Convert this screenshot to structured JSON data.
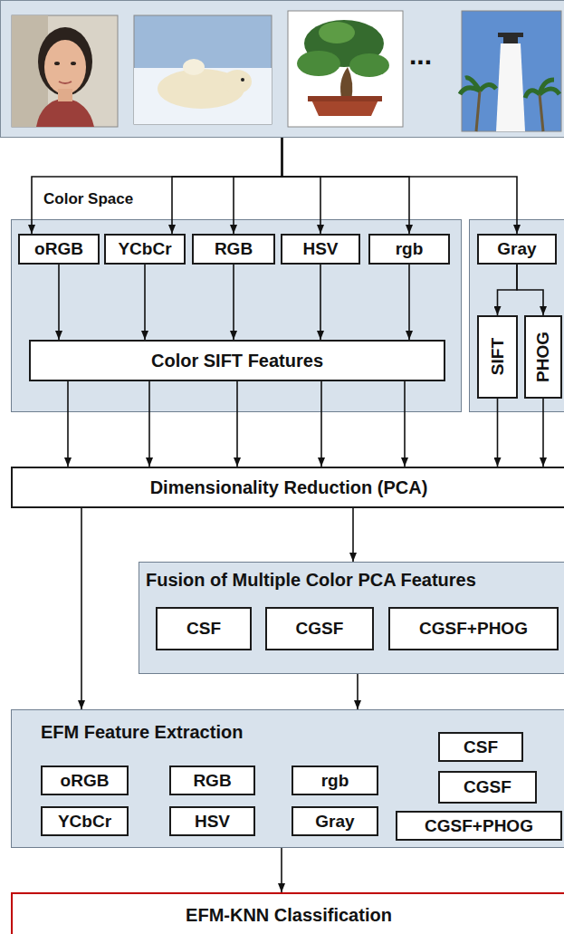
{
  "diagram": {
    "nodes": [
      {
        "text": [
          "..."
        ]
      },
      {
        "text": [
          "oRGB"
        ]
      },
      {
        "text": [
          "YCbCr"
        ]
      },
      {
        "text": [
          "RGB"
        ]
      },
      {
        "text": [
          "HSV"
        ]
      },
      {
        "text": [
          "rgb"
        ]
      },
      {
        "text": [
          "Color SIFT Features"
        ]
      },
      {
        "text": [
          "Gray"
        ]
      },
      {
        "text": [
          "SIFT"
        ]
      },
      {
        "text": [
          "PHOG"
        ]
      },
      {
        "text": [
          "Dimensionality Reduction (PCA)"
        ]
      },
      {
        "text": [
          "Fusion of Multiple Color PCA Features"
        ]
      },
      {
        "text": [
          "CSF"
        ],
        "in": 11
      },
      {
        "text": [
          "CGSF"
        ],
        "in": 11
      },
      {
        "text": [
          "CGSF+PHOG"
        ],
        "in": 11
      },
      {
        "text": [
          "EFM Feature Extraction"
        ]
      },
      {
        "text": [
          "oRGB"
        ],
        "in": 15
      },
      {
        "text": [
          "RGB"
        ],
        "in": 15
      },
      {
        "text": [
          "rgb"
        ],
        "in": 15
      },
      {
        "text": [
          "YCbCr"
        ],
        "in": 15
      },
      {
        "text": [
          "HSV"
        ],
        "in": 15
      },
      {
        "text": [
          "Gray"
        ],
        "in": 15
      },
      {
        "text": [
          "CSF"
        ],
        "in": 15
      },
      {
        "text": [
          "CGSF"
        ],
        "in": 15
      },
      {
        "text": [
          "CGSF+PHOG"
        ],
        "in": 15
      },
      {
        "text": [
          "EFM-KNN Classification"
        ]
      }
    ],
    "edges": [
      {
        "from": 0,
        "to": 1,
        "arrow": "to"
      },
      {
        "from": 0,
        "to": 2,
        "arrow": "to"
      },
      {
        "from": 0,
        "to": 3,
        "arrow": "to"
      },
      {
        "from": 0,
        "to": 4,
        "arrow": "to"
      },
      {
        "from": 0,
        "to": 5,
        "arrow": "to"
      },
      {
        "from": 0,
        "to": 7,
        "arrow": "to"
      },
      {
        "from": 1,
        "to": 6,
        "arrow": "to"
      },
      {
        "from": 2,
        "to": 6,
        "arrow": "to"
      },
      {
        "from": 3,
        "to": 6,
        "arrow": "to"
      },
      {
        "from": 4,
        "to": 6,
        "arrow": "to"
      },
      {
        "from": 5,
        "to": 6,
        "arrow": "to"
      },
      {
        "from": 7,
        "to": 8,
        "arrow": "to"
      },
      {
        "from": 7,
        "to": 9,
        "arrow": "to"
      },
      {
        "from": 6,
        "to": 10,
        "arrow": "to"
      },
      {
        "from": 6,
        "to": 10,
        "arrow": "to"
      },
      {
        "from": 6,
        "to": 10,
        "arrow": "to"
      },
      {
        "from": 6,
        "to": 10,
        "arrow": "to"
      },
      {
        "from": 6,
        "to": 10,
        "arrow": "to"
      },
      {
        "from": 8,
        "to": 10,
        "arrow": "to"
      },
      {
        "from": 9,
        "to": 10,
        "arrow": "to"
      },
      {
        "from": 10,
        "to": 11,
        "arrow": "to"
      },
      {
        "from": 10,
        "to": 15,
        "arrow": "to"
      },
      {
        "from": 11,
        "to": 15,
        "arrow": "to"
      },
      {
        "from": 15,
        "to": 25,
        "arrow": "to"
      }
    ],
    "labels": [
      "Color Space"
    ]
  }
}
